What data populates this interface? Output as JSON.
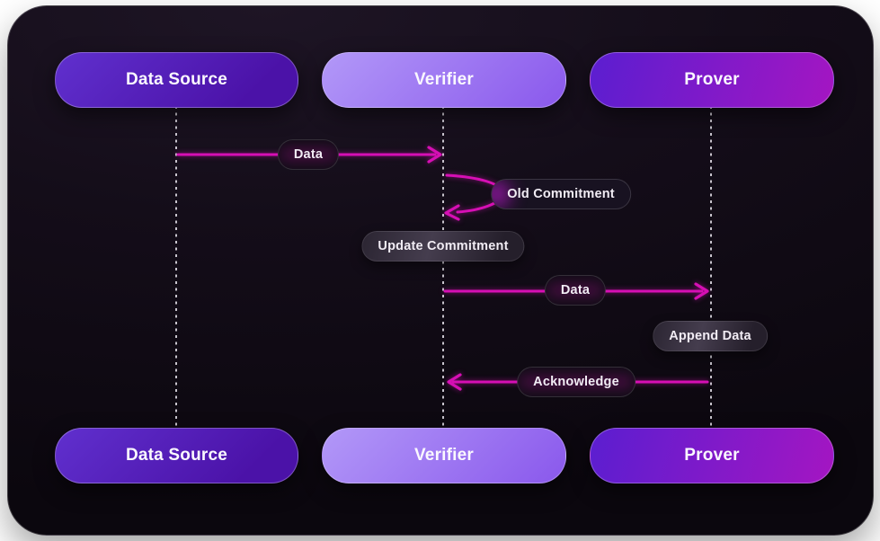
{
  "diagram": {
    "type": "sequence-diagram",
    "theme": "dark"
  },
  "actors": {
    "top": [
      {
        "id": "data-source",
        "label": "Data Source"
      },
      {
        "id": "verifier",
        "label": "Verifier"
      },
      {
        "id": "prover",
        "label": "Prover"
      }
    ],
    "bottom": [
      {
        "id": "data-source",
        "label": "Data Source"
      },
      {
        "id": "verifier",
        "label": "Verifier"
      },
      {
        "id": "prover",
        "label": "Prover"
      }
    ]
  },
  "messages": [
    {
      "label": "Data",
      "from": "Data Source",
      "to": "Verifier",
      "direction": "right"
    },
    {
      "label": "Old Commitment",
      "from": "Verifier",
      "to": "Verifier",
      "direction": "self-loop"
    },
    {
      "label": "Update Commitment",
      "on": "Verifier",
      "direction": "none"
    },
    {
      "label": "Data",
      "from": "Verifier",
      "to": "Prover",
      "direction": "right"
    },
    {
      "label": "Append Data",
      "on": "Prover",
      "direction": "none"
    },
    {
      "label": "Acknowledge",
      "from": "Prover",
      "to": "Verifier",
      "direction": "left"
    }
  ],
  "colors": {
    "arrow": "#d60fb4",
    "lifeline": "#d8d4dd",
    "card_background": "#120c17",
    "card_border": "rgba(255,255,255,0.22)",
    "data_source_gradient": [
      "#6030ce",
      "#4b12a8"
    ],
    "verifier_gradient": [
      "#b298f8",
      "#8a58ec"
    ],
    "prover_gradient": [
      "#5b1ed0",
      "#a416c2"
    ]
  }
}
